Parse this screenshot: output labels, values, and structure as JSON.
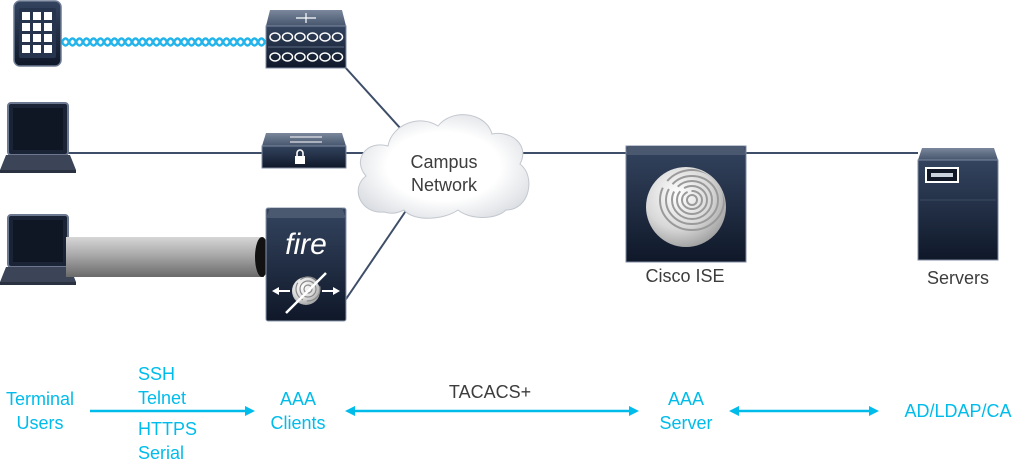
{
  "diagram": {
    "cloud": {
      "line1": "Campus",
      "line2": "Network"
    },
    "firewall_text": "fire",
    "ise_label": "Cisco ISE",
    "servers_label": "Servers",
    "flow": {
      "terminal_users": [
        "Terminal",
        "Users"
      ],
      "protocols_top": [
        "SSH",
        "Telnet"
      ],
      "protocols_bottom": [
        "HTTPS",
        "Serial"
      ],
      "aaa_clients": [
        "AAA",
        "Clients"
      ],
      "tacacs": "TACACS+",
      "aaa_server": [
        "AAA",
        "Server"
      ],
      "directory": "AD/LDAP/CA"
    },
    "icons": {
      "tablet": "tablet-icon",
      "wireless_link": "wireless-link",
      "access_point": "access-point-icon",
      "laptop": "laptop-icon",
      "secure_switch": "secure-switch-icon",
      "vpn_tunnel": "vpn-tunnel",
      "firewall": "firewall-icon",
      "cloud": "campus-network-cloud",
      "ise": "cisco-ise-icon",
      "server": "server-icon"
    },
    "colors": {
      "accent": "#00bceb",
      "device": "#1c2a44",
      "link": "#3e4e68",
      "text": "#3d3d3d"
    }
  }
}
